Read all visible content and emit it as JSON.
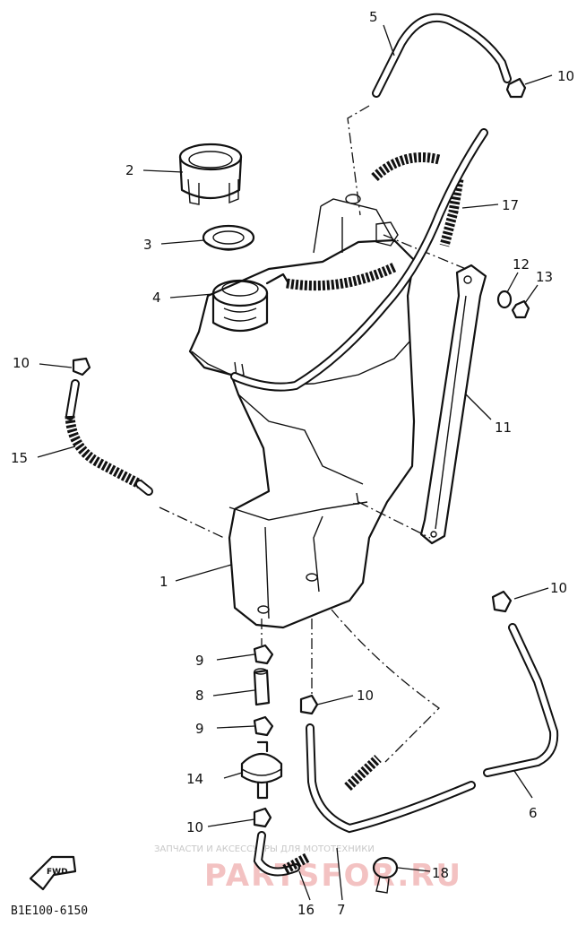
{
  "diagram": {
    "code": "B1E100-6150",
    "fwd_label": "FWD",
    "watermark_text": "ЗАПЧАСТИ И АКСЕССУАРЫ ДЛЯ МОТОТЕХНИКИ",
    "watermark_brand": "PARTSFOR.RU",
    "callouts": [
      {
        "id": "c1",
        "label": "1"
      },
      {
        "id": "c2",
        "label": "2"
      },
      {
        "id": "c3",
        "label": "3"
      },
      {
        "id": "c4",
        "label": "4"
      },
      {
        "id": "c5",
        "label": "5"
      },
      {
        "id": "c6",
        "label": "6"
      },
      {
        "id": "c7",
        "label": "7"
      },
      {
        "id": "c8",
        "label": "8"
      },
      {
        "id": "c9a",
        "label": "9"
      },
      {
        "id": "c9b",
        "label": "9"
      },
      {
        "id": "c10a",
        "label": "10"
      },
      {
        "id": "c10b",
        "label": "10"
      },
      {
        "id": "c10c",
        "label": "10"
      },
      {
        "id": "c10d",
        "label": "10"
      },
      {
        "id": "c10e",
        "label": "10"
      },
      {
        "id": "c11",
        "label": "11"
      },
      {
        "id": "c12",
        "label": "12"
      },
      {
        "id": "c13",
        "label": "13"
      },
      {
        "id": "c14",
        "label": "14"
      },
      {
        "id": "c15",
        "label": "15"
      },
      {
        "id": "c16",
        "label": "16"
      },
      {
        "id": "c17",
        "label": "17"
      },
      {
        "id": "c18",
        "label": "18"
      }
    ]
  }
}
